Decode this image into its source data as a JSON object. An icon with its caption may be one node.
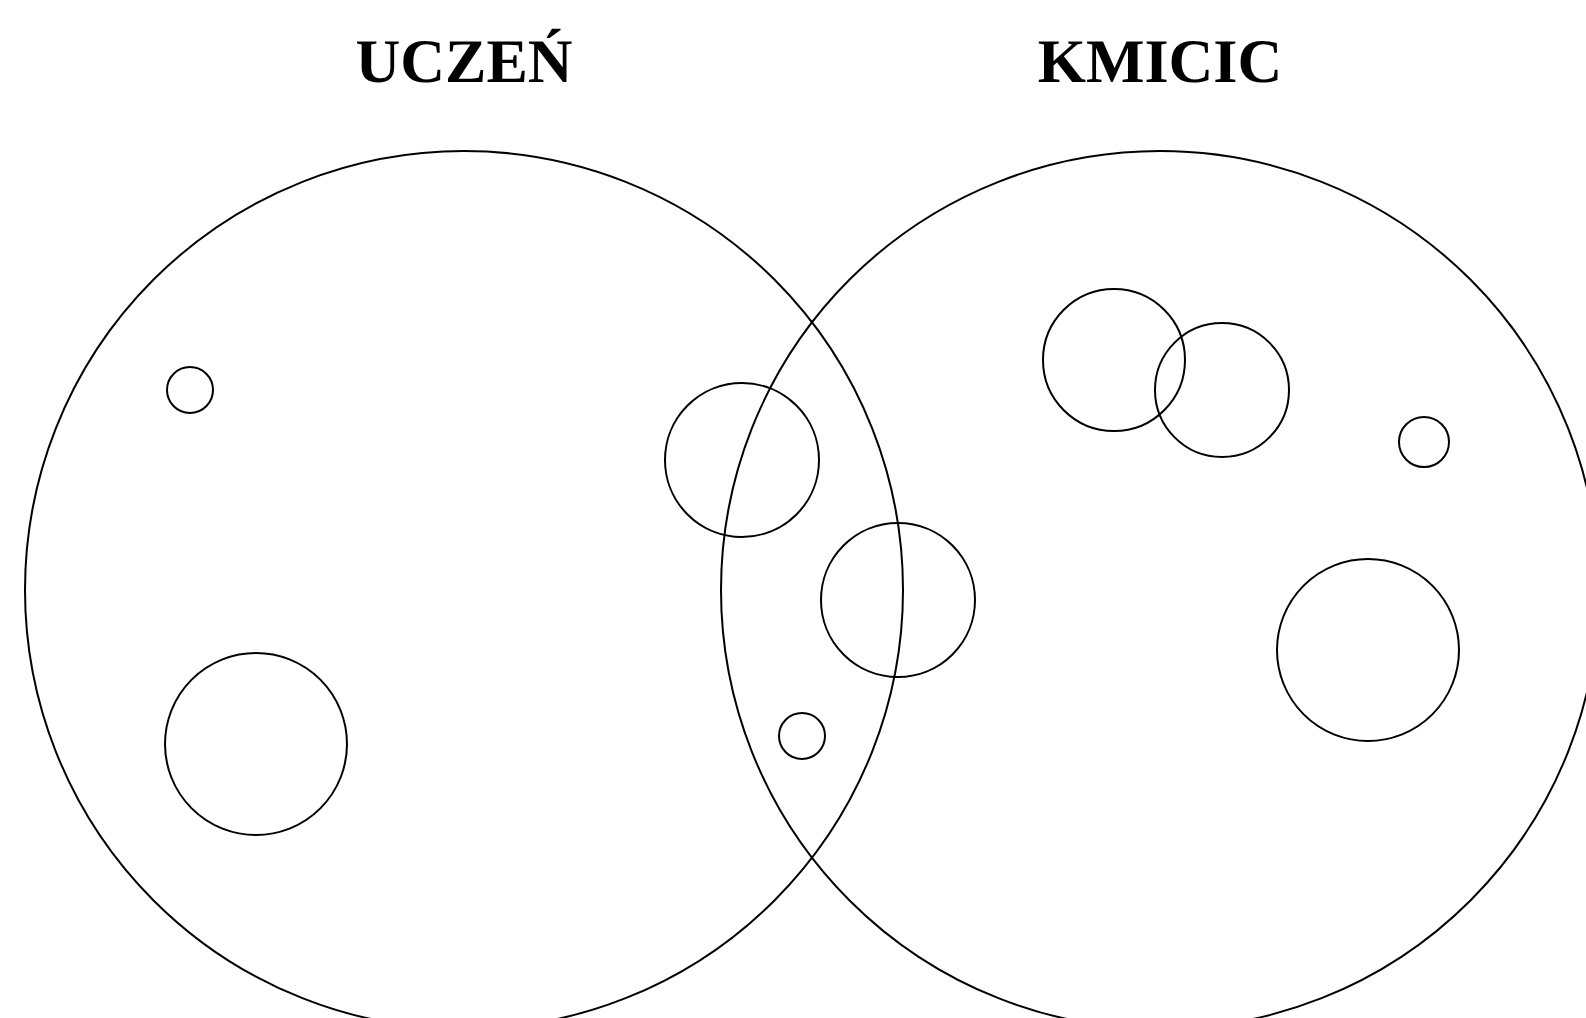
{
  "diagram": {
    "nodes": [
      {
        "text": [
          "UCZEŃ"
        ]
      },
      {
        "text": [],
        "shape": "circle",
        "in": 0
      },
      {
        "text": [],
        "shape": "circle",
        "in": 0
      },
      {
        "text": [],
        "shape": "circle",
        "in": 0
      },
      {
        "text": [],
        "shape": "circle"
      },
      {
        "text": [],
        "shape": "circle",
        "in": 6
      },
      {
        "text": [
          "KMICIC"
        ]
      },
      {
        "text": [],
        "shape": "circle",
        "in": 6
      },
      {
        "text": [],
        "shape": "circle",
        "in": 6
      },
      {
        "text": [],
        "shape": "circle",
        "in": 6
      },
      {
        "text": [],
        "shape": "circle",
        "in": 6
      }
    ]
  }
}
